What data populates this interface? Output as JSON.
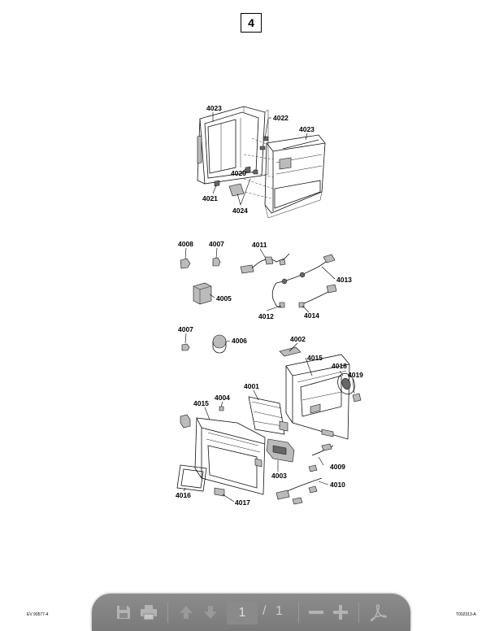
{
  "page": {
    "number_box": "4",
    "footer_left": "EV 90577-4",
    "footer_right": "T002313-A"
  },
  "callouts": {
    "c4023a": "4023",
    "c4022": "4022",
    "c4023b": "4023",
    "c4020": "4020",
    "c4021": "4021",
    "c4024": "4024",
    "c4008": "4008",
    "c4007a": "4007",
    "c4011": "4011",
    "c4013": "4013",
    "c4005": "4005",
    "c4012": "4012",
    "c4014": "4014",
    "c4007b": "4007",
    "c4006": "4006",
    "c4002": "4002",
    "c4015a": "4015",
    "c4018": "4018",
    "c4019": "4019",
    "c4001": "4001",
    "c4004": "4004",
    "c4015b": "4015",
    "c4009": "4009",
    "c4003": "4003",
    "c4010": "4010",
    "c4016": "4016",
    "c4017": "4017"
  },
  "toolbar": {
    "save_icon": "save-icon",
    "print_icon": "print-icon",
    "prev_icon": "arrow-up-icon",
    "next_icon": "arrow-down-icon",
    "page_current": "1",
    "page_separator": "/",
    "page_total": "1",
    "zoom_out_icon": "minus-icon",
    "zoom_in_icon": "plus-icon",
    "acrobat_icon": "acrobat-icon",
    "bg_color": "#808080",
    "icon_color": "#b3b3b3"
  }
}
